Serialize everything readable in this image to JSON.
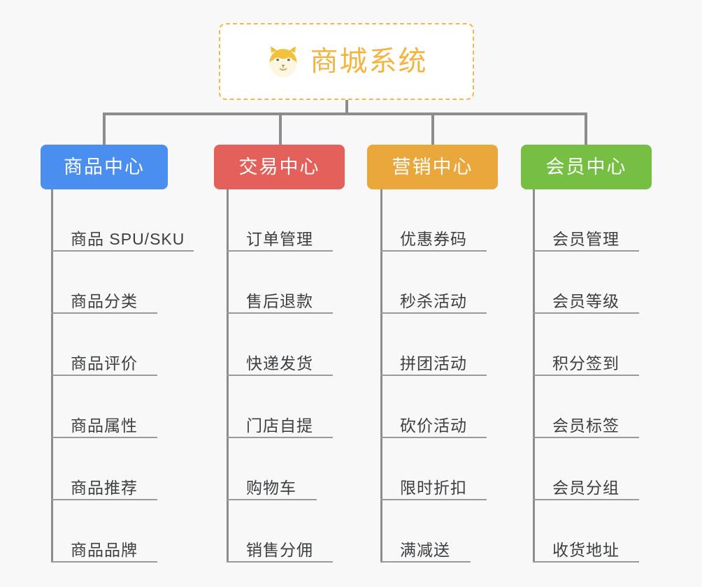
{
  "background_color": "#f8f8f8",
  "root": {
    "title": "商城系统",
    "icon": "shiba-dog-face-icon",
    "text_color": "#f2b544",
    "border_color": "#f3b94d",
    "fill_color": "#ffffff"
  },
  "connector_color": "#8c8c8c",
  "columns": [
    {
      "id": "product-center",
      "label": "商品中心",
      "color": "#4a8ef0",
      "items": [
        "商品 SPU/SKU",
        "商品分类",
        "商品评价",
        "商品属性",
        "商品推荐",
        "商品品牌"
      ]
    },
    {
      "id": "trade-center",
      "label": "交易中心",
      "color": "#e4605a",
      "items": [
        "订单管理",
        "售后退款",
        "快递发货",
        "门店自提",
        "购物车",
        "销售分佣"
      ]
    },
    {
      "id": "marketing-center",
      "label": "营销中心",
      "color": "#eaa73c",
      "items": [
        "优惠券码",
        "秒杀活动",
        "拼团活动",
        "砍价活动",
        "限时折扣",
        "满减送"
      ]
    },
    {
      "id": "member-center",
      "label": "会员中心",
      "color": "#76bf43",
      "items": [
        "会员管理",
        "会员等级",
        "积分签到",
        "会员标签",
        "会员分组",
        "收货地址"
      ]
    }
  ]
}
